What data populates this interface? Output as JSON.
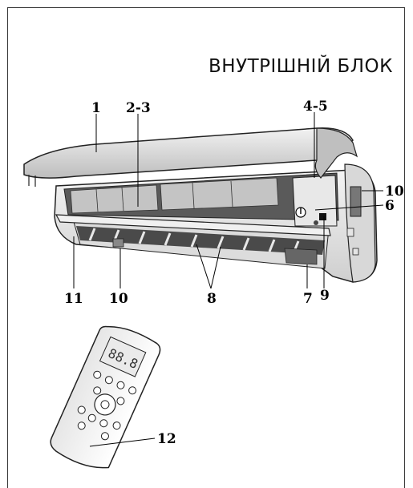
{
  "title": "ВНУТРІШНІЙ БЛОК",
  "callouts": {
    "c1": "1",
    "c2_3": "2-3",
    "c4_5": "4-5",
    "c10_right": "10",
    "c6": "6",
    "c11": "11",
    "c10_left": "10",
    "c8": "8",
    "c7": "7",
    "c9": "9",
    "c12": "12"
  }
}
